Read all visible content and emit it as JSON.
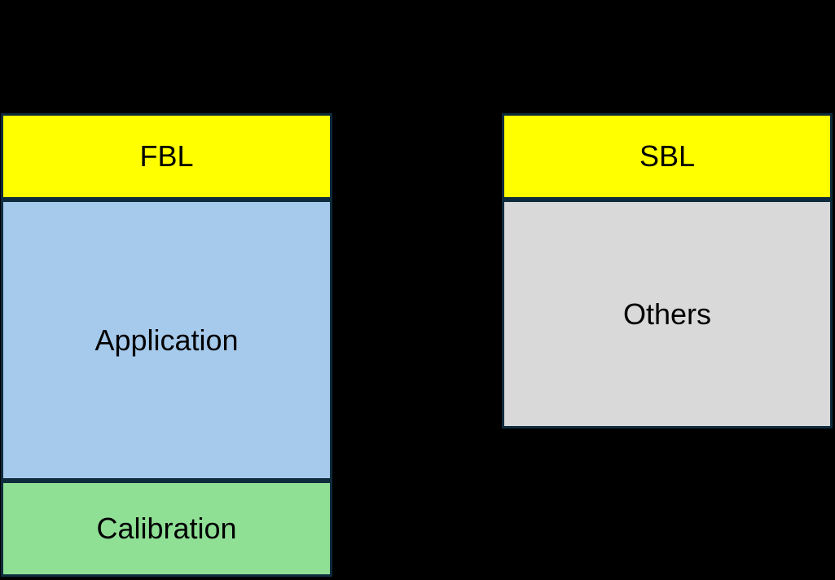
{
  "canvas": {
    "background": "#000000",
    "border_color": "#0e2b3c",
    "text_color": "#000000"
  },
  "diagram": {
    "stacks": [
      {
        "id": "fbl-stack",
        "blocks": [
          {
            "label": "FBL",
            "color": "#ffff00"
          },
          {
            "label": "Application",
            "color": "#a6caec"
          },
          {
            "label": "Calibration",
            "color": "#8fdf95"
          }
        ]
      },
      {
        "id": "sbl-stack",
        "blocks": [
          {
            "label": "SBL",
            "color": "#ffff00"
          },
          {
            "label": "Others",
            "color": "#d9d9d9"
          }
        ]
      }
    ]
  }
}
